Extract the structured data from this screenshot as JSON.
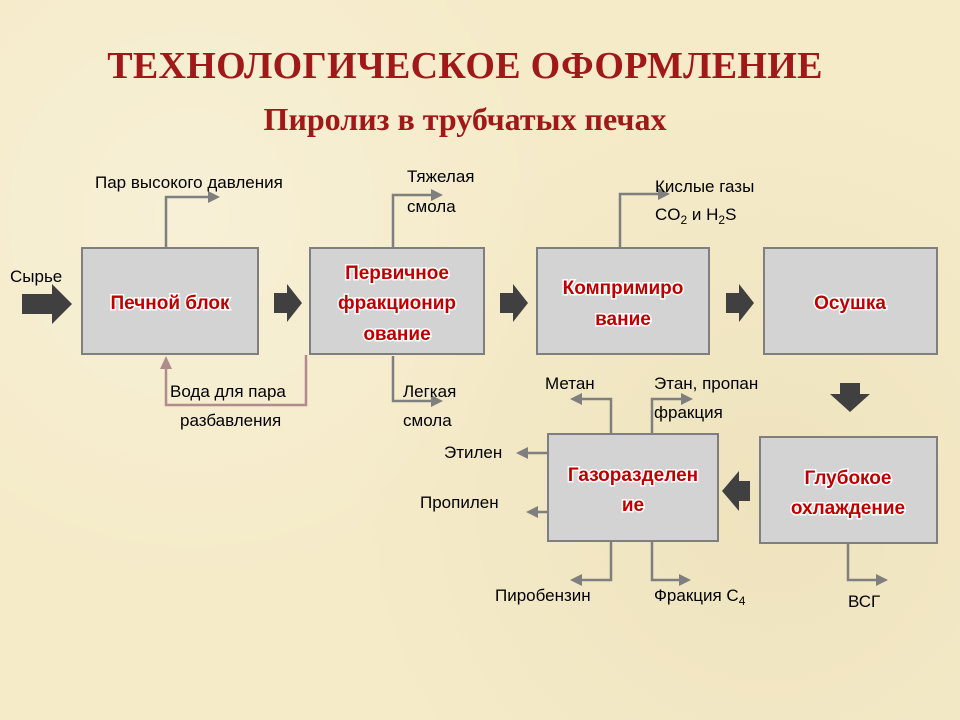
{
  "title": "ТЕХНОЛОГИЧЕСКОЕ ОФОРМЛЕНИЕ",
  "subtitle": "Пиролиз в трубчатых печах",
  "input_label": "Сырье",
  "blocks": {
    "furnace": [
      "Печной блок"
    ],
    "fractionation": [
      "Первичное",
      "фракционир",
      "ование"
    ],
    "compression": [
      "Компримиро",
      "вание"
    ],
    "drying": [
      "Осушка"
    ],
    "deep_cooling": [
      "Глубокое",
      "охлаждение"
    ],
    "gas_separation": [
      "Газоразделен",
      "ие"
    ]
  },
  "labels": {
    "steam": "Пар высокого давления",
    "heavy_tar": [
      "Тяжелая",
      "смола"
    ],
    "acid_gases": "Кислые газы",
    "co2_prefix": "CO",
    "co2_sub": "2",
    "h2s_mid": " и H",
    "h2s_sub": "2",
    "h2s_end": "S",
    "water": [
      "Вода для пара",
      "разбавления"
    ],
    "light_tar": [
      "Легкая",
      "смола"
    ],
    "methane": "Метан",
    "ethane_propane": [
      "Этан, пропан",
      "фракция"
    ],
    "ethylene": "Этилен",
    "propylene": "Пропилен",
    "pyrobenzine": "Пиробензин",
    "c4_prefix": "Фракция С",
    "c4_sub": "4",
    "vsg": "ВСГ"
  },
  "colors": {
    "title": "#a01818",
    "block_text": "#c00000",
    "block_fill": "#d3d3d3",
    "arrow": "#404040",
    "line": "#7f7f7f",
    "background": "#f5ebc9"
  }
}
